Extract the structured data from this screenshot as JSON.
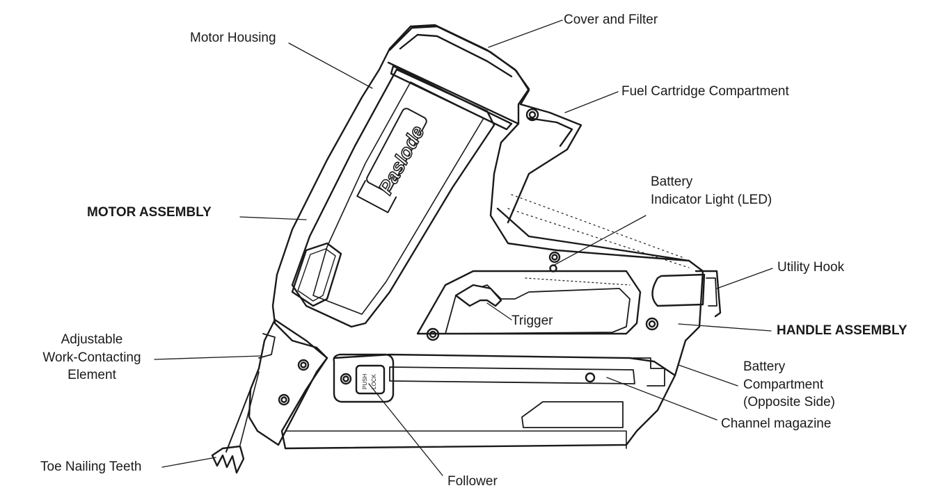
{
  "diagram": {
    "brand_logo": "Paslode",
    "labels": {
      "cover_and_filter": "Cover and Filter",
      "motor_housing": "Motor Housing",
      "fuel_cartridge_compartment": "Fuel Cartridge Compartment",
      "battery_indicator_line1": "Battery",
      "battery_indicator_line2": "Indicator Light (LED)",
      "motor_assembly": "MOTOR ASSEMBLY",
      "utility_hook": "Utility Hook",
      "trigger": "Trigger",
      "handle_assembly": "HANDLE ASSEMBLY",
      "adjustable_line1": "Adjustable",
      "adjustable_line2": "Work-Contacting",
      "adjustable_line3": "Element",
      "battery_compartment_line1": "Battery",
      "battery_compartment_line2": "Compartment",
      "battery_compartment_line3": "(Opposite Side)",
      "channel_magazine": "Channel magazine",
      "toe_nailing_teeth": "Toe Nailing Teeth",
      "follower": "Follower",
      "push_text": "PUSH",
      "lock_text": "LOCK"
    },
    "colors": {
      "ink": "#1a1a1a",
      "background": "#ffffff"
    }
  }
}
